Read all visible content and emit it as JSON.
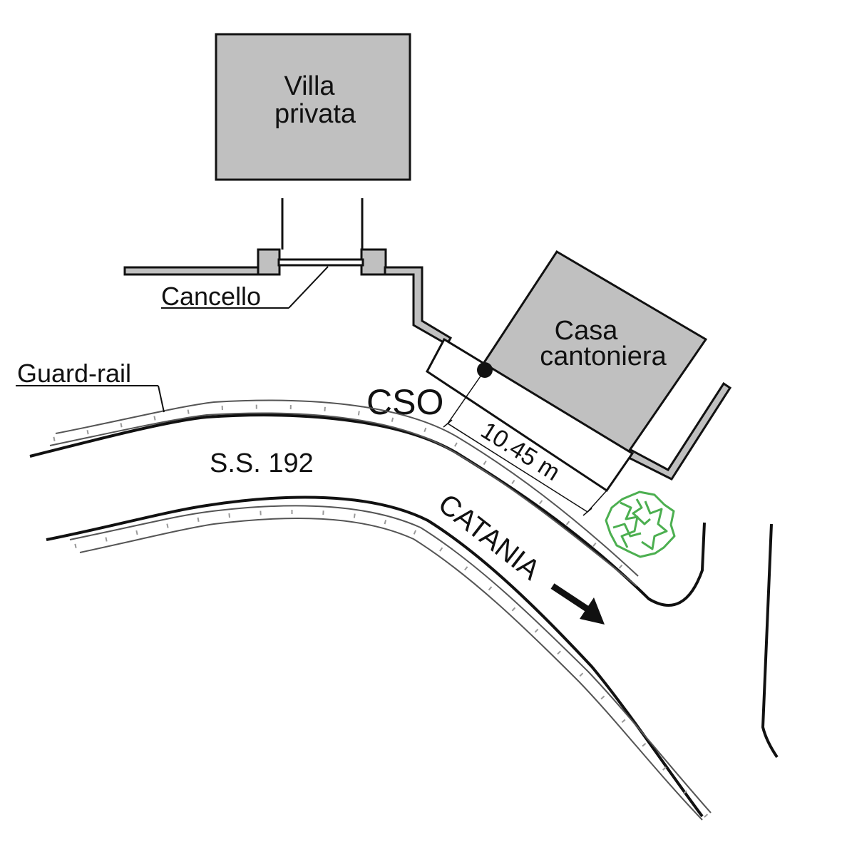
{
  "labels": {
    "villa_line1": "Villa",
    "villa_line2": "privata",
    "cancello": "Cancello",
    "casa_line1": "Casa",
    "casa_line2": "cantoniera",
    "guard_rail": "Guard-rail",
    "cso": "CSO",
    "distance": "10.45 m",
    "road": "S.S. 192",
    "direction": "CATANIA"
  },
  "colors": {
    "building_fill": "#c0c0c0",
    "stroke": "#111111",
    "tree": "#4caf50"
  },
  "icons": {
    "direction_arrow": "arrow-right-icon",
    "tree": "tree-icon",
    "station_marker": "point-marker-icon"
  }
}
